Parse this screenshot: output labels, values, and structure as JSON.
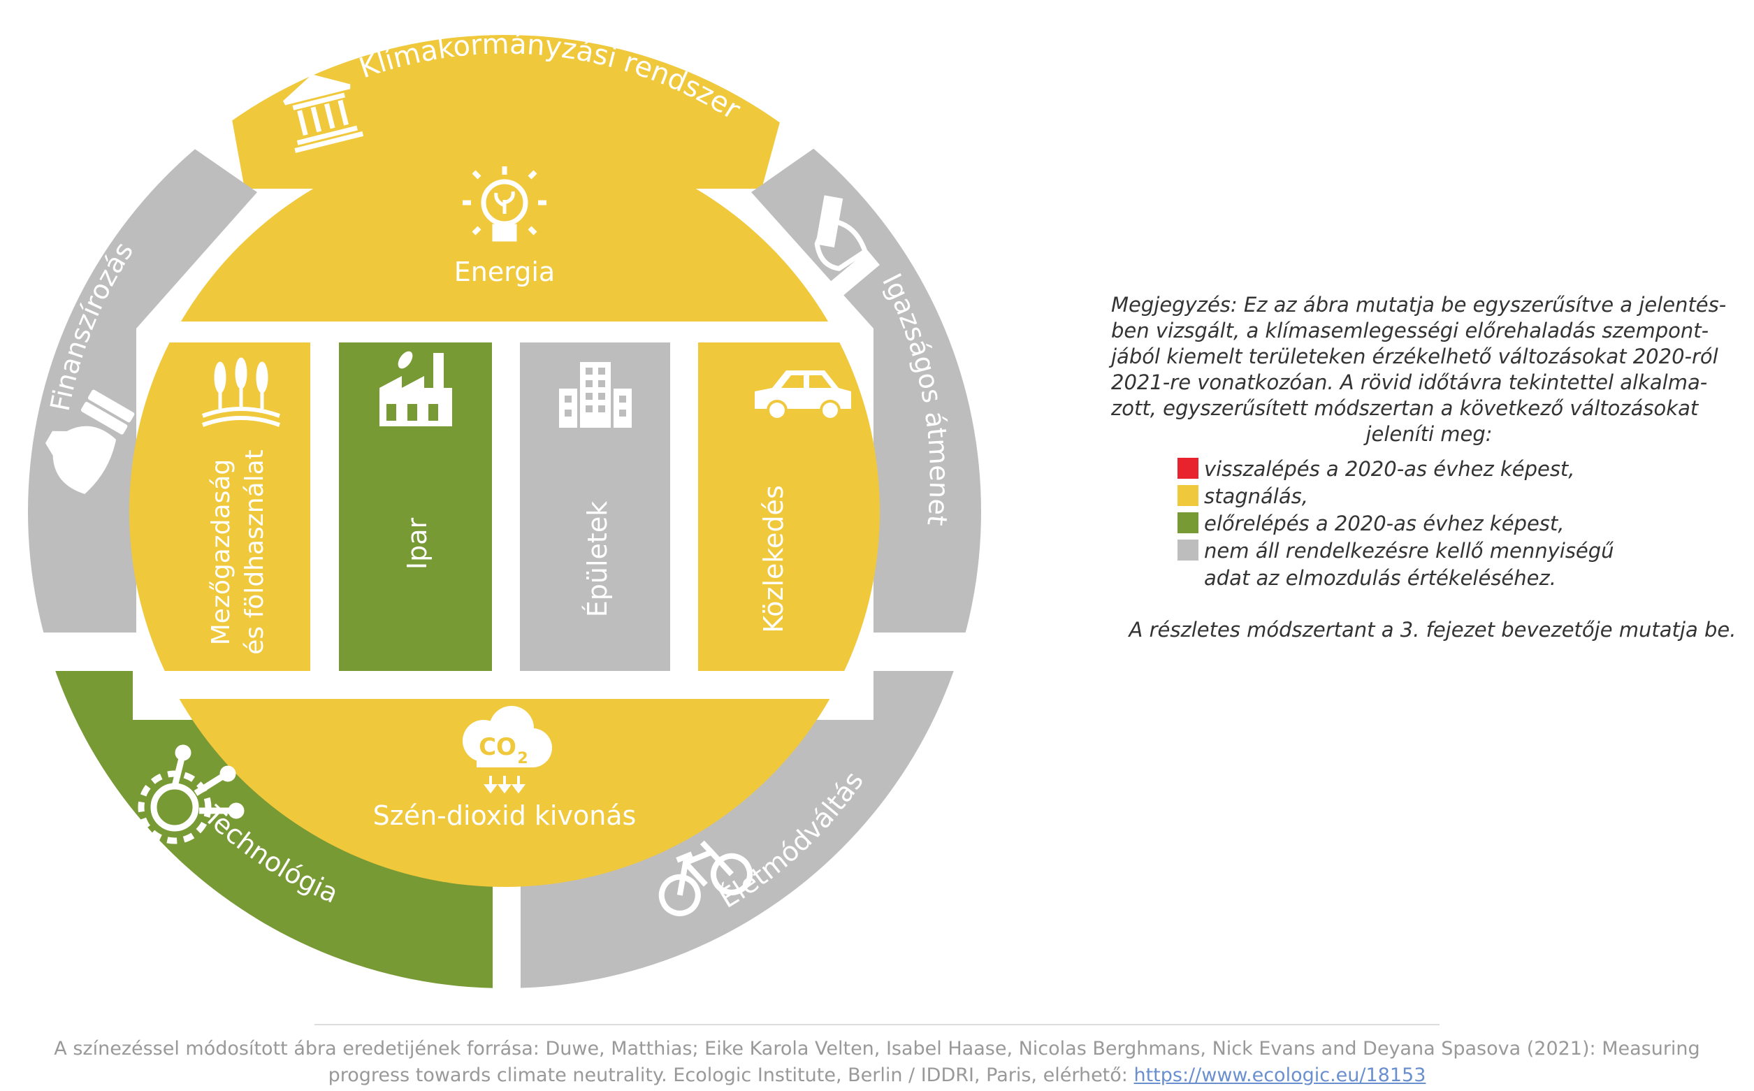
{
  "colors": {
    "red": "#e8232d",
    "yellow": "#f0c83c",
    "green": "#789a35",
    "grey": "#bdbdbd",
    "text": "#333333"
  },
  "outer_ring": {
    "governance": {
      "label": "Klímakormányzási rendszer",
      "status": "yellow",
      "icon": "government-building-icon"
    },
    "just_transition": {
      "label": "Igazságos átmenet",
      "status": "grey",
      "icon": "handshake-icon"
    },
    "lifestyle": {
      "label": "Életmódváltás",
      "status": "grey",
      "icon": "bicycle-icon"
    },
    "technology": {
      "label": "Technológia",
      "status": "green",
      "icon": "gear-circuit-icon"
    },
    "finance": {
      "label": "Finanszírozás",
      "status": "grey",
      "icon": "money-bag-icon"
    }
  },
  "inner": {
    "energy": {
      "label": "Energia",
      "status": "yellow",
      "icon": "lightbulb-icon"
    },
    "agriculture": {
      "label_line1": "Mezőgazdaság",
      "label_line2": "és földhasználat",
      "status": "yellow",
      "icon": "wheat-icon"
    },
    "industry": {
      "label": "Ipar",
      "status": "green",
      "icon": "factory-icon"
    },
    "buildings": {
      "label": "Épületek",
      "status": "grey",
      "icon": "building-icon"
    },
    "transport": {
      "label": "Közlekedés",
      "status": "yellow",
      "icon": "car-icon"
    },
    "carbon_removal": {
      "label": "Szén-dioxid kivonás",
      "status": "yellow",
      "icon": "co2-cloud-icon",
      "icon_text": "CO",
      "icon_sub": "2"
    }
  },
  "note": {
    "lines": [
      "Megjegyzés: Ez az ábra mutatja be egyszerűsítve a jelentés-",
      "ben vizsgált, a klímasemlegességi előrehaladás szempont-",
      "jából kiemelt területeken érzékelhető változásokat 2020-ról",
      "2021-re vonatkozóan. A rövid időtávra tekintettel alkalma-",
      "zott, egyszerűsített módszertan a következő változásokat"
    ],
    "last_line": "jeleníti meg:"
  },
  "legend": [
    {
      "color": "#e8232d",
      "label": "visszalépés a 2020-as évhez képest,"
    },
    {
      "color": "#f0c83c",
      "label": "stagnálás,"
    },
    {
      "color": "#789a35",
      "label": "előrelépés a 2020-as évhez képest,"
    },
    {
      "color": "#bdbdbd",
      "label": "nem áll rendelkezésre kellő mennyiségű",
      "label_cont": "adat az elmozdulás értékeléséhez."
    }
  ],
  "method_note": "A részletes módszertant a 3. fejezet bevezetője mutatja be.",
  "source": {
    "line1": "A színezéssel módosított ábra eredetijének forrása: Duwe, Matthias; Eike Karola Velten, Isabel Haase, Nicolas Berghmans, Nick Evans and Deyana Spasova (2021): Measuring",
    "line2": "progress towards climate neutrality. Ecologic Institute, Berlin / IDDRI, Paris, elérhető: ",
    "link": "https://www.ecologic.eu/18153"
  }
}
